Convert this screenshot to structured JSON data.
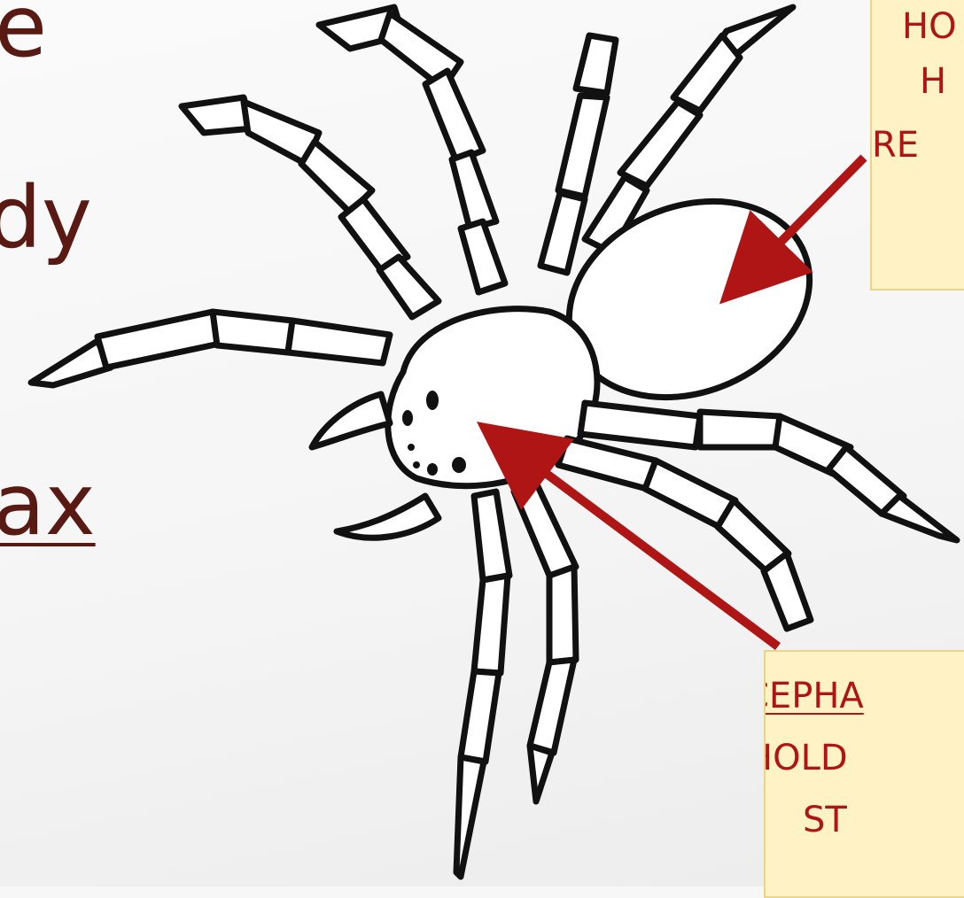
{
  "left_text": {
    "line1": "e",
    "line2": "dy",
    "line3": "ax"
  },
  "callout_top": {
    "line1": "HO",
    "line2": "H",
    "line3": "RE"
  },
  "callout_bottom": {
    "line1": "CEPHA",
    "line2": "HOLD",
    "line3": "ST"
  },
  "colors": {
    "heading_text": "#5a1a14",
    "callout_text": "#b01515",
    "callout_fill": "#fff3c6",
    "arrow": "#b01515"
  },
  "icons": [
    "spider-illustration",
    "arrow-to-abdomen",
    "arrow-to-cephalothorax"
  ]
}
